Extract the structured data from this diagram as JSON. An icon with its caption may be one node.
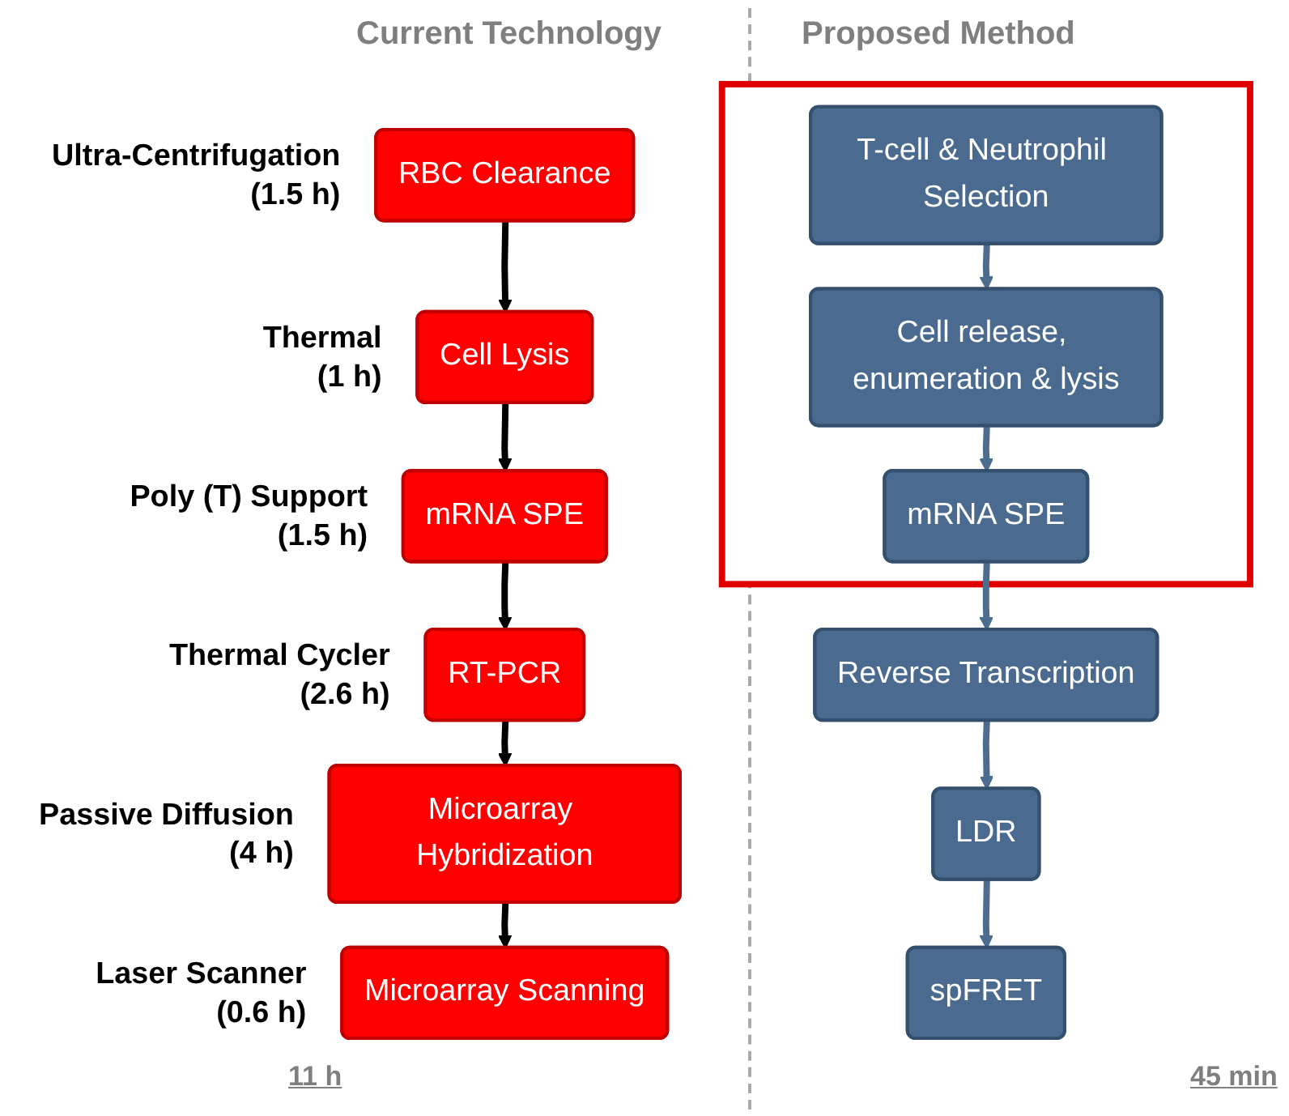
{
  "diagram": {
    "nodes": [
      {
        "text": [
          "RBC Clearance"
        ],
        "beside": [
          "Ultra-Centrifugation (1.5 h)"
        ]
      },
      {
        "text": [
          "Cell Lysis"
        ],
        "beside": [
          "Thermal (1 h)"
        ]
      },
      {
        "text": [
          "mRNA SPE"
        ],
        "beside": [
          "Poly (T) Support (1.5 h)"
        ]
      },
      {
        "text": [
          "RT-PCR"
        ],
        "beside": [
          "Thermal Cycler (2.6 h)"
        ]
      },
      {
        "text": [
          "Microarray Hybridization"
        ],
        "beside": [
          "Passive Diffusion (4 h)"
        ]
      },
      {
        "text": [
          "Microarray Scanning"
        ],
        "beside": [
          "Laser Scanner (0.6 h)"
        ]
      },
      {
        "text": [],
        "shape": "box"
      },
      {
        "text": [
          "T-cell & Neutrophil Selection"
        ],
        "in": 6
      },
      {
        "text": [
          "Cell release, enumeration & lysis"
        ],
        "in": 6
      },
      {
        "text": [
          "mRNA SPE"
        ],
        "in": 6
      },
      {
        "text": [
          "Reverse Transcription"
        ]
      },
      {
        "text": [
          "LDR"
        ]
      },
      {
        "text": [
          "spFRET"
        ]
      }
    ],
    "edges": [
      {
        "from": 0,
        "to": 1,
        "arrow": "to"
      },
      {
        "from": 1,
        "to": 2,
        "arrow": "to"
      },
      {
        "from": 2,
        "to": 3,
        "arrow": "to"
      },
      {
        "from": 3,
        "to": 4,
        "arrow": "to"
      },
      {
        "from": 4,
        "to": 5,
        "arrow": "to"
      },
      {
        "from": 7,
        "to": 8,
        "arrow": "to",
        "color": "#4d6d8f"
      },
      {
        "from": 8,
        "to": 9,
        "arrow": "to",
        "color": "#4d6d8f"
      },
      {
        "from": 9,
        "to": 10,
        "arrow": "to",
        "color": "#4d6d8f"
      },
      {
        "from": 10,
        "to": 11,
        "arrow": "to",
        "color": "#4d6d8f"
      },
      {
        "from": 11,
        "to": 12,
        "arrow": "to",
        "color": "#4d6d8f"
      }
    ],
    "labels": [
      "Current Technology",
      "Proposed Method",
      "11 h",
      "45 min"
    ]
  }
}
